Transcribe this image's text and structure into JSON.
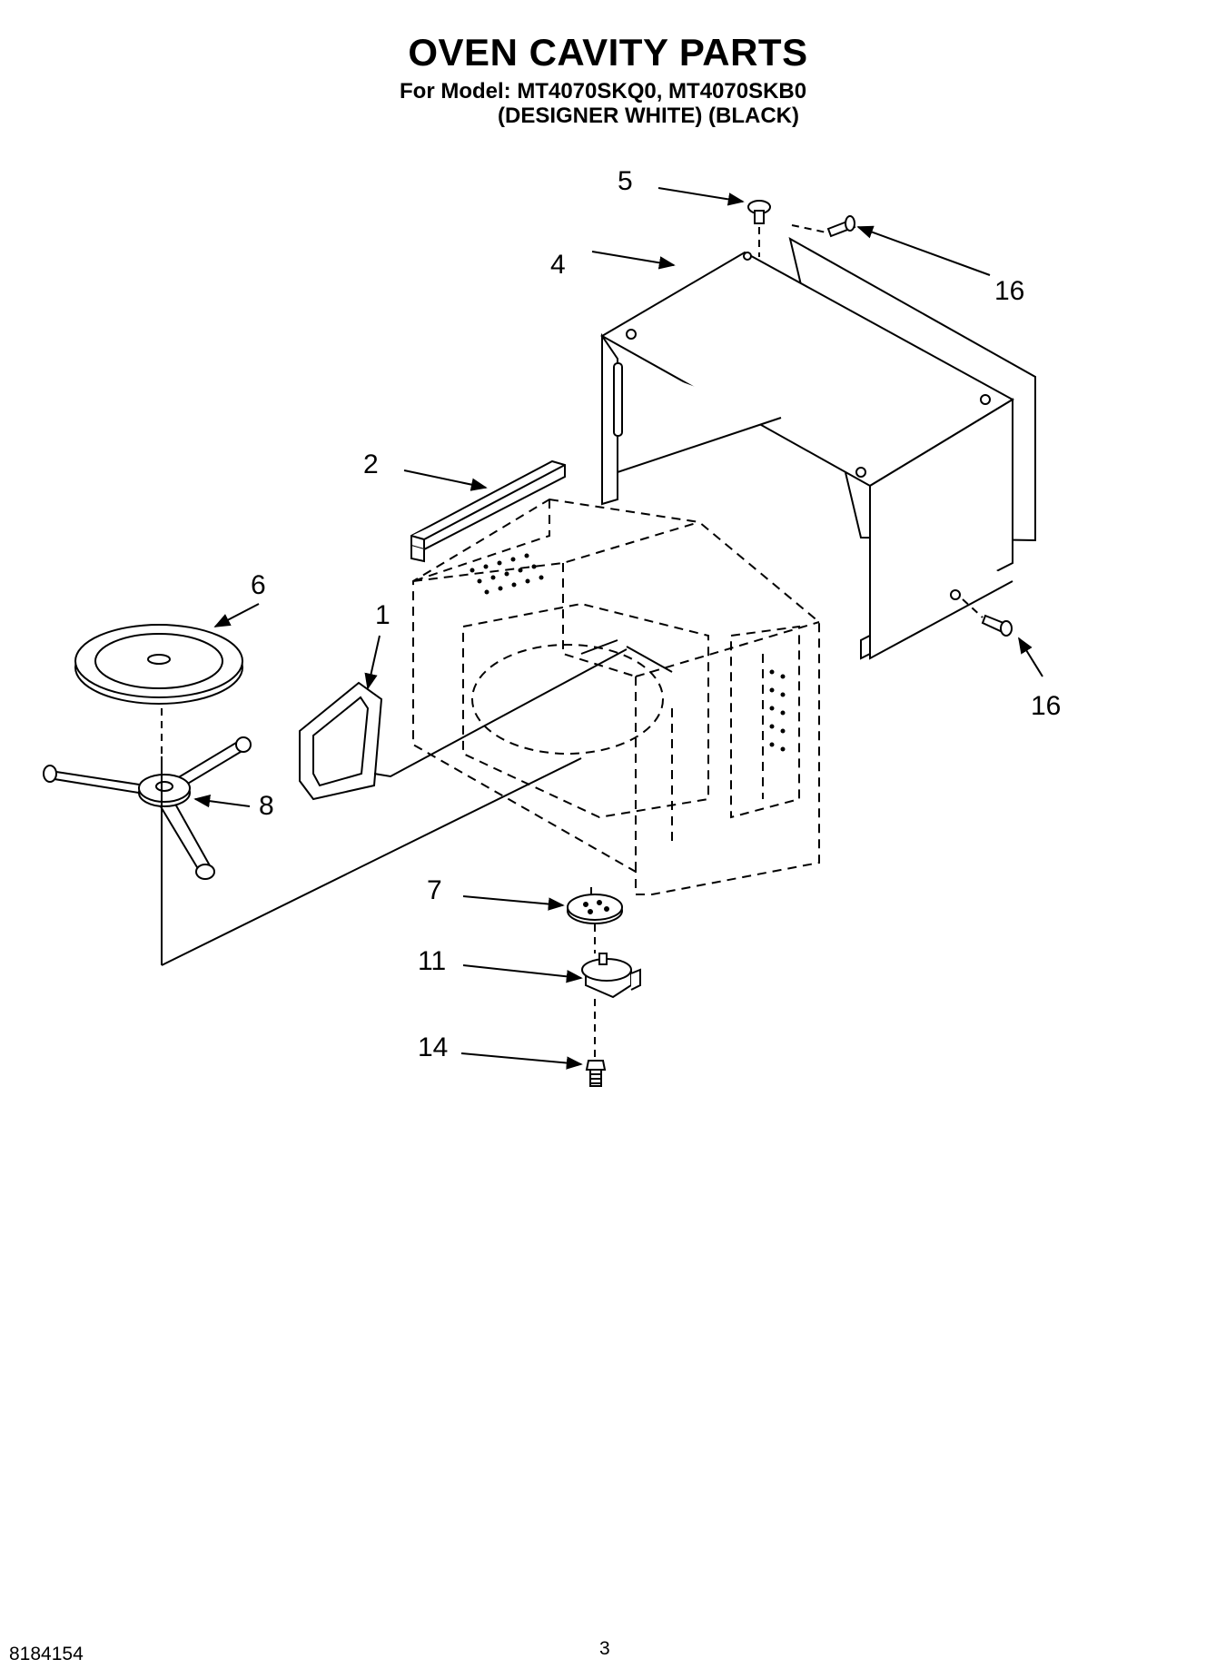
{
  "header": {
    "title": "OVEN CAVITY PARTS",
    "model_line": "For Model: MT4070SKQ0, MT4070SKB0",
    "finish_line": "(DESIGNER WHITE) (BLACK)"
  },
  "callouts": {
    "c1": "1",
    "c2": "2",
    "c4": "4",
    "c5": "5",
    "c6": "6",
    "c7": "7",
    "c8": "8",
    "c11": "11",
    "c14": "14",
    "c16a": "16",
    "c16b": "16"
  },
  "footer": {
    "doc_number": "8184154",
    "page_number": "3"
  }
}
